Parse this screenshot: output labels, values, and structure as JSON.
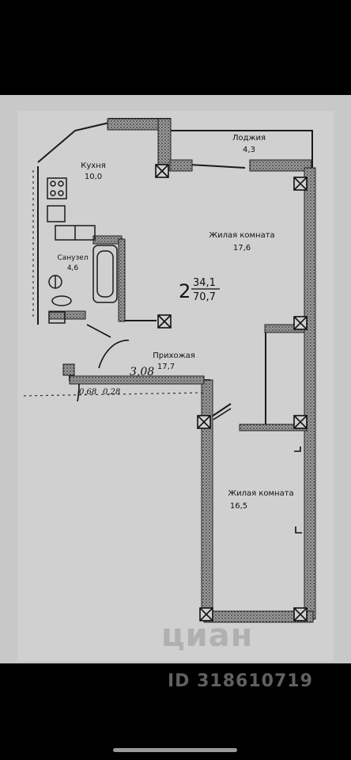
{
  "plan": {
    "kitchen": {
      "name": "Кухня",
      "area": "10,0"
    },
    "loggia": {
      "name": "Лоджия",
      "area": "4,3"
    },
    "living1": {
      "name": "Жилая комната",
      "area": "17,6"
    },
    "bathroom": {
      "name": "Санузел",
      "area": "4,6"
    },
    "hall": {
      "name": "Прихожая",
      "area": "17,7"
    },
    "living2": {
      "name": "Жилая комната",
      "area": "16,5"
    },
    "summary": {
      "rooms": "2",
      "living_area": "34,1",
      "total_area": "70,7"
    },
    "handwritten": {
      "h1": "3,08",
      "h2": "0,68",
      "h3": "0,28"
    }
  },
  "watermark": {
    "logo": "циан",
    "id": "ID 318610719"
  },
  "colors": {
    "paper": "#c8c8c8",
    "wall": "#1a1a1a",
    "hatch": "#6a6a6a"
  }
}
